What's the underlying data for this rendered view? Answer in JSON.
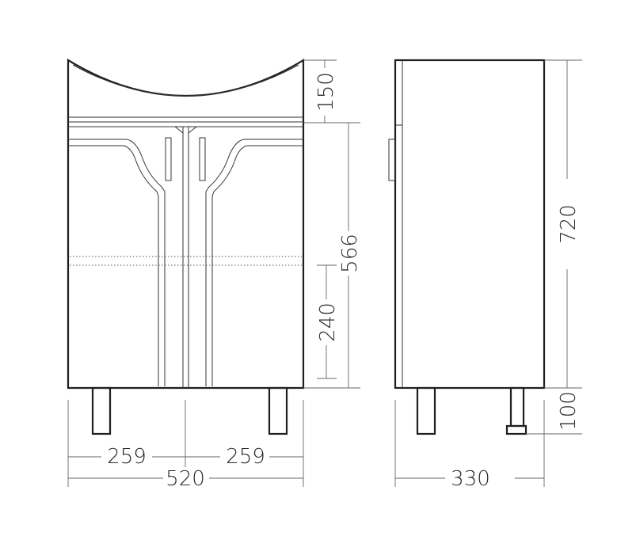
{
  "dimensions": {
    "sink_height": "150",
    "door_height": "566",
    "shelf_height": "240",
    "body_height": "720",
    "leg_height": "100",
    "left_half_width": "259",
    "right_half_width": "259",
    "total_width": "520",
    "depth": "330"
  },
  "views": [
    "front-view",
    "side-view"
  ],
  "colors": {
    "line": "#1f1f1f",
    "text": "#2a2a2a",
    "background": "#ffffff"
  }
}
